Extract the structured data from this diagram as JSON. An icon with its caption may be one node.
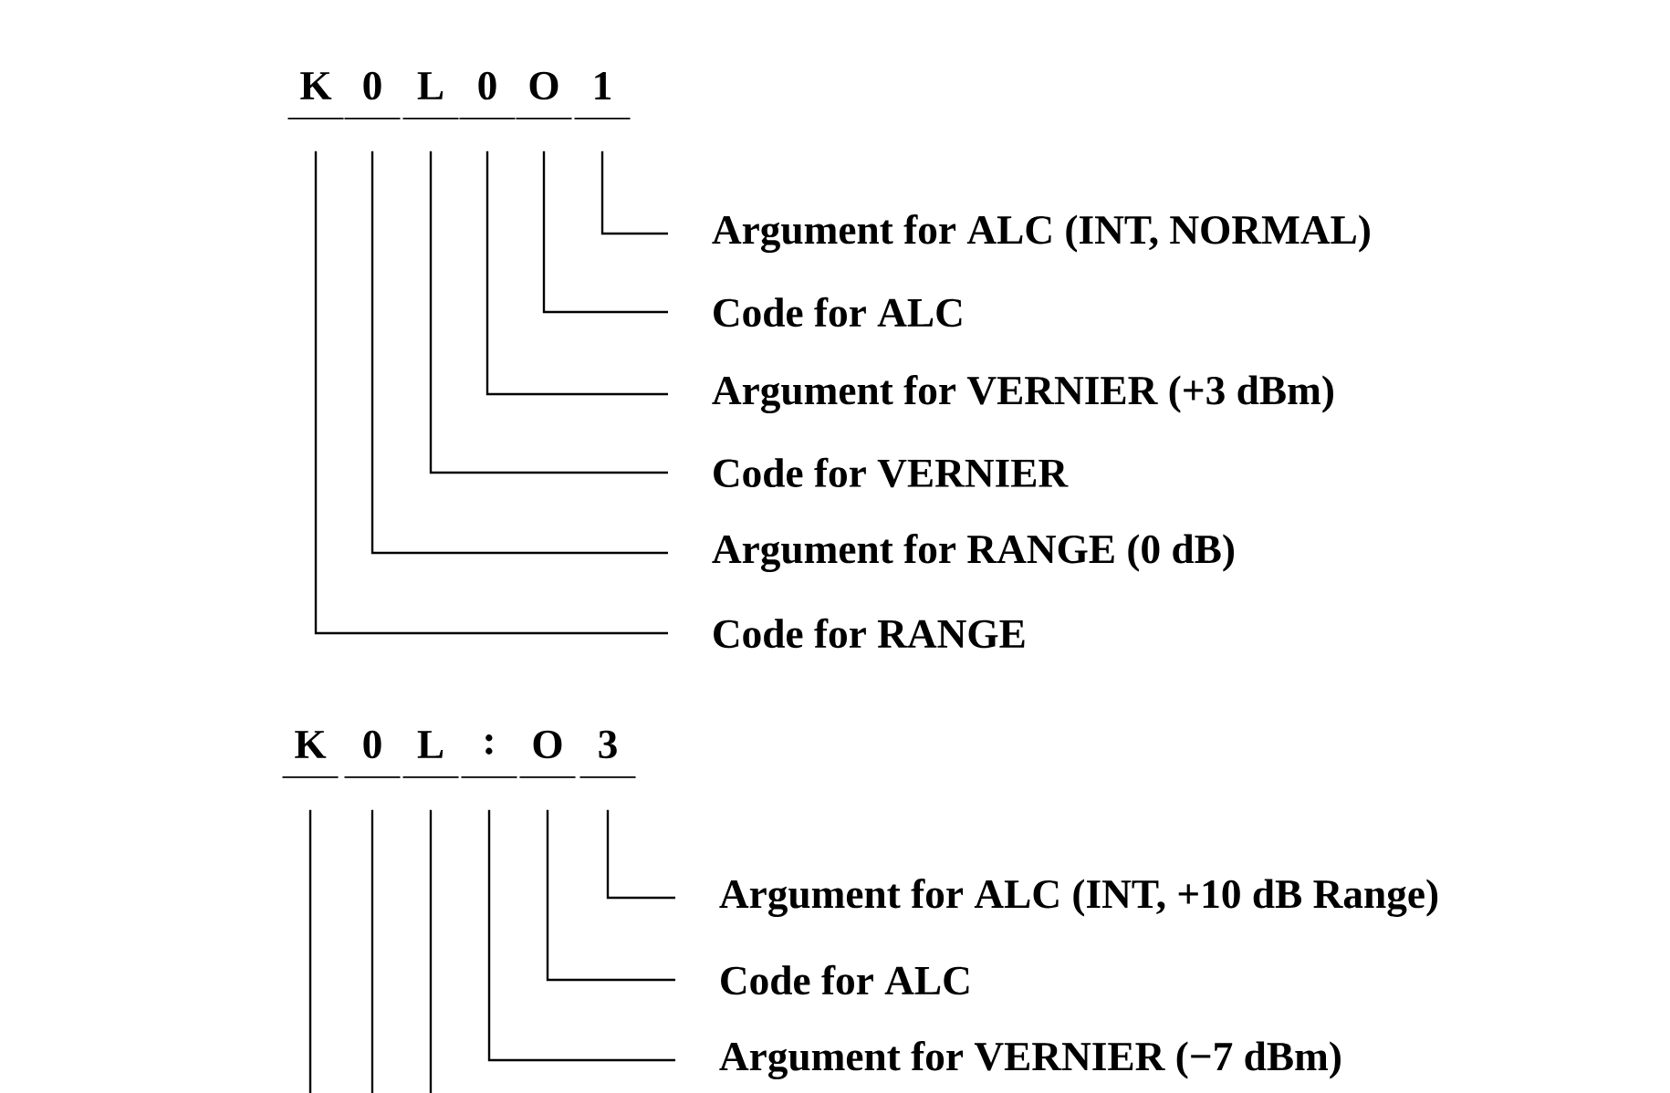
{
  "diagram": {
    "nodes": [
      {
        "text": [
          "K"
        ]
      },
      {
        "text": [
          "0"
        ]
      },
      {
        "text": [
          "L"
        ]
      },
      {
        "text": [
          "0"
        ]
      },
      {
        "text": [
          "O"
        ]
      },
      {
        "text": [
          "1"
        ]
      },
      {
        "text": [
          "Argument for ALC (INT, NORMAL)"
        ]
      },
      {
        "text": [
          "Code for ALC"
        ]
      },
      {
        "text": [
          "Argument for VERNIER (+3 dBm)"
        ]
      },
      {
        "text": [
          "Code for VERNIER"
        ]
      },
      {
        "text": [
          "Argument for RANGE (0 dB)"
        ]
      },
      {
        "text": [
          "Code for RANGE"
        ]
      },
      {
        "text": [
          "K"
        ]
      },
      {
        "text": [
          "0"
        ]
      },
      {
        "text": [
          "L"
        ]
      },
      {
        "text": [
          ":"
        ]
      },
      {
        "text": [
          "O"
        ]
      },
      {
        "text": [
          "3"
        ]
      },
      {
        "text": [
          "Argument for ALC (INT, +10 dB Range)"
        ]
      },
      {
        "text": [
          "Code for ALC"
        ]
      },
      {
        "text": [
          "Argument for VERNIER (−7 dBm)"
        ]
      }
    ],
    "edges": [
      {
        "from": 5,
        "to": 6,
        "arrow": "none"
      },
      {
        "from": 4,
        "to": 7,
        "arrow": "none"
      },
      {
        "from": 3,
        "to": 8,
        "arrow": "none"
      },
      {
        "from": 2,
        "to": 9,
        "arrow": "none"
      },
      {
        "from": 1,
        "to": 10,
        "arrow": "none"
      },
      {
        "from": 0,
        "to": 11,
        "arrow": "none"
      },
      {
        "from": 17,
        "to": 18,
        "arrow": "none"
      },
      {
        "from": 16,
        "to": 19,
        "arrow": "none"
      },
      {
        "from": 15,
        "to": 20,
        "arrow": "none"
      },
      {
        "from": 14,
        "to": null,
        "arrow": "none"
      },
      {
        "from": 13,
        "to": null,
        "arrow": "none"
      },
      {
        "from": 12,
        "to": null,
        "arrow": "none"
      }
    ]
  }
}
